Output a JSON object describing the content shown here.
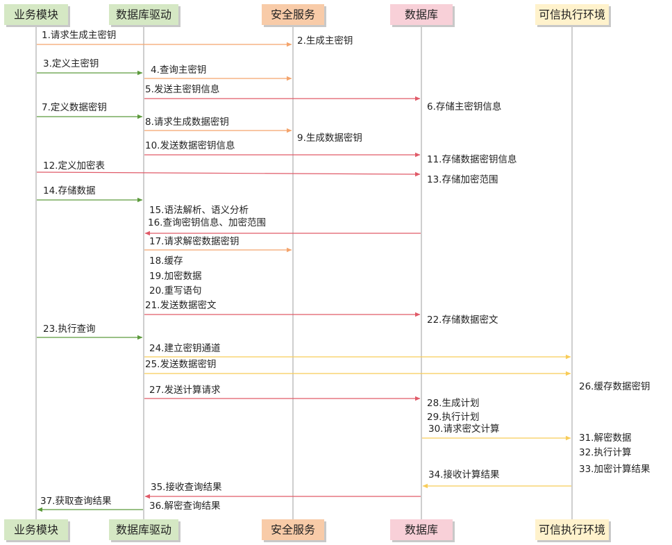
{
  "participants": [
    {
      "id": "biz",
      "label": "业务模块",
      "fill": "#d5e8c4",
      "stroke": "#8fb86a"
    },
    {
      "id": "drv",
      "label": "数据库驱动",
      "fill": "#d5e8c4",
      "stroke": "#8fb86a"
    },
    {
      "id": "sec",
      "label": "安全服务",
      "fill": "#f8cba8",
      "stroke": "#e0a070"
    },
    {
      "id": "db",
      "label": "数据库",
      "fill": "#f8d0d8",
      "stroke": "#e09aa8"
    },
    {
      "id": "tee",
      "label": "可信执行环境",
      "fill": "#fff2cc",
      "stroke": "#e0c880"
    }
  ],
  "colors": {
    "green": "#5c9a3c",
    "orange": "#f4a46c",
    "red": "#e05a68",
    "yellow": "#f8cc58"
  },
  "messages": [
    {
      "label": "1.请求生成主密钥",
      "from": "biz",
      "to": "sec",
      "color": "orange"
    },
    {
      "label": "3.定义主密钥",
      "from": "biz",
      "to": "drv",
      "color": "green"
    },
    {
      "label": "4.查询主密钥",
      "from": "drv",
      "to": "sec",
      "color": "orange"
    },
    {
      "label": "5.发送主密钥信息",
      "from": "drv",
      "to": "db",
      "color": "red"
    },
    {
      "label": "7.定义数据密钥",
      "from": "biz",
      "to": "drv",
      "color": "green"
    },
    {
      "label": "8.请求生成数据密钥",
      "from": "drv",
      "to": "sec",
      "color": "orange"
    },
    {
      "label": "10.发送数据密钥信息",
      "from": "drv",
      "to": "db",
      "color": "red"
    },
    {
      "label": "12.定义加密表",
      "from": "biz",
      "to": "db",
      "color": "red"
    },
    {
      "label": "14.存储数据",
      "from": "biz",
      "to": "drv",
      "color": "green"
    },
    {
      "label": "16.查询密钥信息、加密范围",
      "from": "db",
      "to": "drv",
      "color": "red"
    },
    {
      "label": "17.请求解密数据密钥",
      "from": "drv",
      "to": "sec",
      "color": "orange"
    },
    {
      "label": "21.发送数据密文",
      "from": "drv",
      "to": "db",
      "color": "red"
    },
    {
      "label": "23.执行查询",
      "from": "biz",
      "to": "drv",
      "color": "green"
    },
    {
      "label": "24.建立密钥通道",
      "from": "drv",
      "to": "tee",
      "color": "yellow"
    },
    {
      "label": "25.发送数据密钥",
      "from": "drv",
      "to": "tee",
      "color": "yellow"
    },
    {
      "label": "27.发送计算请求",
      "from": "drv",
      "to": "db",
      "color": "red"
    },
    {
      "label": "30.请求密文计算",
      "from": "db",
      "to": "tee",
      "color": "yellow"
    },
    {
      "label": "34.接收计算结果",
      "from": "tee",
      "to": "db",
      "color": "yellow"
    },
    {
      "label": "35.接收查询结果",
      "from": "db",
      "to": "drv",
      "color": "red"
    },
    {
      "label": "37.获取查询结果",
      "from": "drv",
      "to": "biz",
      "color": "green"
    }
  ],
  "notes": [
    {
      "label": "2.生成主密钥",
      "at": "sec"
    },
    {
      "label": "6.存储主密钥信息",
      "at": "db"
    },
    {
      "label": "9.生成数据密钥",
      "at": "sec"
    },
    {
      "label": "11.存储数据密钥信息",
      "at": "db"
    },
    {
      "label": "13.存储加密范围",
      "at": "db"
    },
    {
      "label": "15.语法解析、语义分析",
      "at": "drv"
    },
    {
      "label": "18.缓存",
      "at": "drv"
    },
    {
      "label": "19.加密数据",
      "at": "drv"
    },
    {
      "label": "20.重写语句",
      "at": "drv"
    },
    {
      "label": "22.存储数据密文",
      "at": "db"
    },
    {
      "label": "26.缓存数据密钥",
      "at": "tee"
    },
    {
      "label": "28.生成计划",
      "at": "db"
    },
    {
      "label": "29.执行计划",
      "at": "db"
    },
    {
      "label": "31.解密数据",
      "at": "tee"
    },
    {
      "label": "32.执行计算",
      "at": "tee"
    },
    {
      "label": "33.加密计算结果",
      "at": "tee"
    },
    {
      "label": "36.解密查询结果",
      "at": "drv"
    }
  ]
}
